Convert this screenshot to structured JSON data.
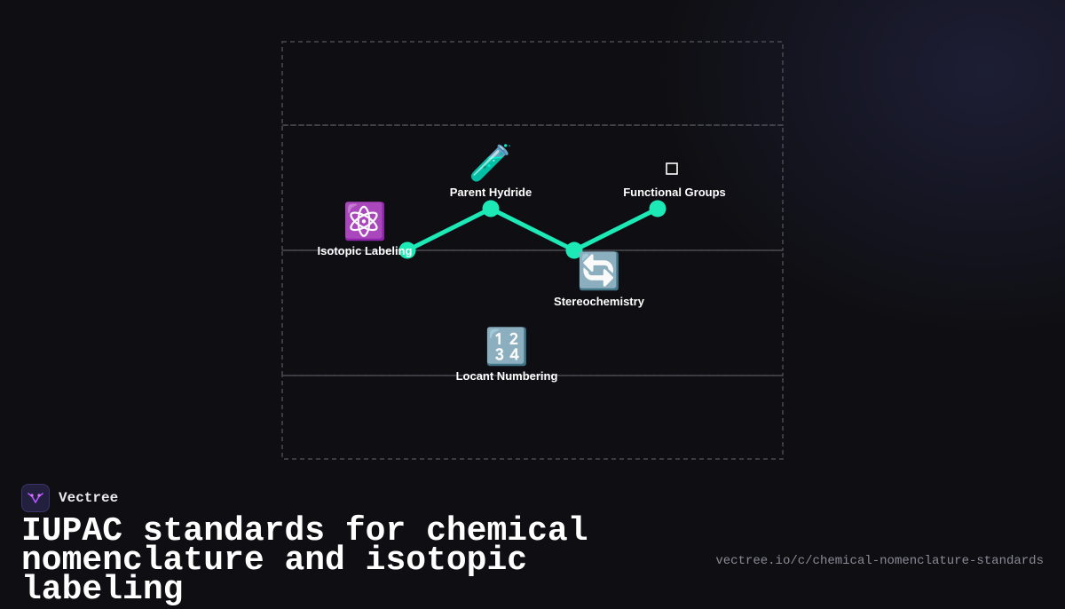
{
  "brand": {
    "name": "Vectree",
    "logo_icon": "vectree-logo-icon"
  },
  "headline": "IUPAC standards for chemical nomenclature and isotopic labeling",
  "source_url": "vectree.io/c/chemical-nomenclature-standards",
  "colors": {
    "background": "#0f0f13",
    "accent": "#1de9b6",
    "lane_border": "#4a4a52",
    "label": "#ffffff"
  },
  "diagram": {
    "connections": [
      [
        "isotopic-labeling",
        "parent-hydride"
      ],
      [
        "parent-hydride",
        "stereochemistry"
      ],
      [
        "stereochemistry",
        "functional-groups"
      ]
    ],
    "nodes": [
      {
        "id": "isotopic-labeling",
        "label": "Isotopic Labeling",
        "icon": "atom-icon",
        "glyph": "⚛️"
      },
      {
        "id": "parent-hydride",
        "label": "Parent Hydride",
        "icon": "test-tube-icon",
        "glyph": "🧪"
      },
      {
        "id": "stereochemistry",
        "label": "Stereochemistry",
        "icon": "rotate-arrows-icon",
        "glyph": "🔄"
      },
      {
        "id": "functional-groups",
        "label": "Functional Groups",
        "icon": "square-icon",
        "glyph": "▫"
      },
      {
        "id": "locant-numbering",
        "label": "Locant Numbering",
        "icon": "numbers-icon",
        "glyph": "🔢"
      }
    ]
  }
}
